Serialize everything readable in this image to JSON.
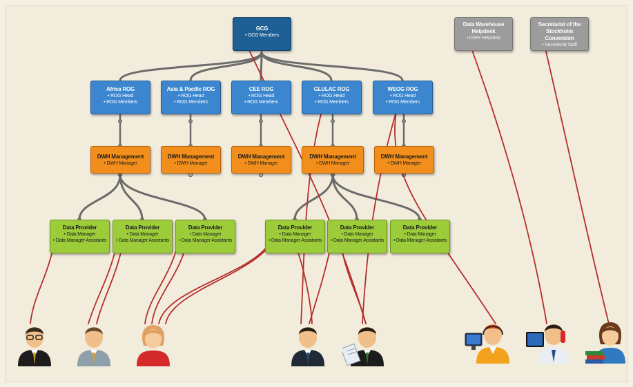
{
  "colors": {
    "background": "#f2ecdc",
    "gcg": "#1e5f95",
    "rog": "#3b86cf",
    "dwh": "#f28f1c",
    "provider": "#9ccc3a",
    "external": "#9c9c9c",
    "connector": "#6b6b6b",
    "assignment_line": "#b52d2d"
  },
  "gcg": {
    "title": "GCG",
    "items": [
      "GCG Members"
    ]
  },
  "rogs": [
    {
      "title": "Africa ROG",
      "items": [
        "ROG Head",
        "ROG Members"
      ]
    },
    {
      "title": "Asia & Pacific ROG",
      "items": [
        "ROG Head",
        "ROG Members"
      ]
    },
    {
      "title": "CEE ROG",
      "items": [
        "ROG Head",
        "ROG Members"
      ]
    },
    {
      "title": "GLULAC ROG",
      "items": [
        "ROG Head",
        "ROG Members"
      ]
    },
    {
      "title": "WEOG ROG",
      "items": [
        "ROG Head",
        "ROG Members"
      ]
    }
  ],
  "dwh": [
    {
      "title": "DWH Management",
      "items": [
        "DWH Manager"
      ]
    },
    {
      "title": "DWH Management",
      "items": [
        "DWH Manager"
      ]
    },
    {
      "title": "DWH Management",
      "items": [
        "DWH Manager"
      ]
    },
    {
      "title": "DWH Management",
      "items": [
        "DWH Manager"
      ]
    },
    {
      "title": "DWH Management",
      "items": [
        "DWH Manager"
      ]
    }
  ],
  "providers": [
    {
      "title": "Data Provider",
      "items": [
        "Data Manager",
        "Data Manager Assistants"
      ]
    },
    {
      "title": "Data Provider",
      "items": [
        "Data Manager",
        "Data Manager Assistants"
      ]
    },
    {
      "title": "Data Provider",
      "items": [
        "Data Manager",
        "Data Manager Assistants"
      ]
    },
    {
      "title": "Data Provider",
      "items": [
        "Data Manager",
        "Data Manager Assistants"
      ]
    },
    {
      "title": "Data Provider",
      "items": [
        "Data Manager",
        "Data Manager Assistants"
      ]
    },
    {
      "title": "Data Provider",
      "items": [
        "Data Manager",
        "Data Manager Assistants"
      ]
    }
  ],
  "external": [
    {
      "title_lines": [
        "Data Warehouse",
        "Helpdesk"
      ],
      "items": [
        "DWH Helpdesk"
      ]
    },
    {
      "title_lines": [
        "Secretariat of the",
        "Stockholm Convention"
      ],
      "items": [
        "Secretariat Staff"
      ]
    }
  ],
  "people": [
    {
      "icon": "man-glasses-tie-icon"
    },
    {
      "icon": "man-grey-suit-icon"
    },
    {
      "icon": "woman-red-top-icon"
    },
    {
      "icon": "man-dark-suit-icon"
    },
    {
      "icon": "man-with-document-icon"
    },
    {
      "icon": "man-computer-headset-icon"
    },
    {
      "icon": "man-laptop-phone-icon"
    },
    {
      "icon": "woman-books-icon"
    }
  ]
}
